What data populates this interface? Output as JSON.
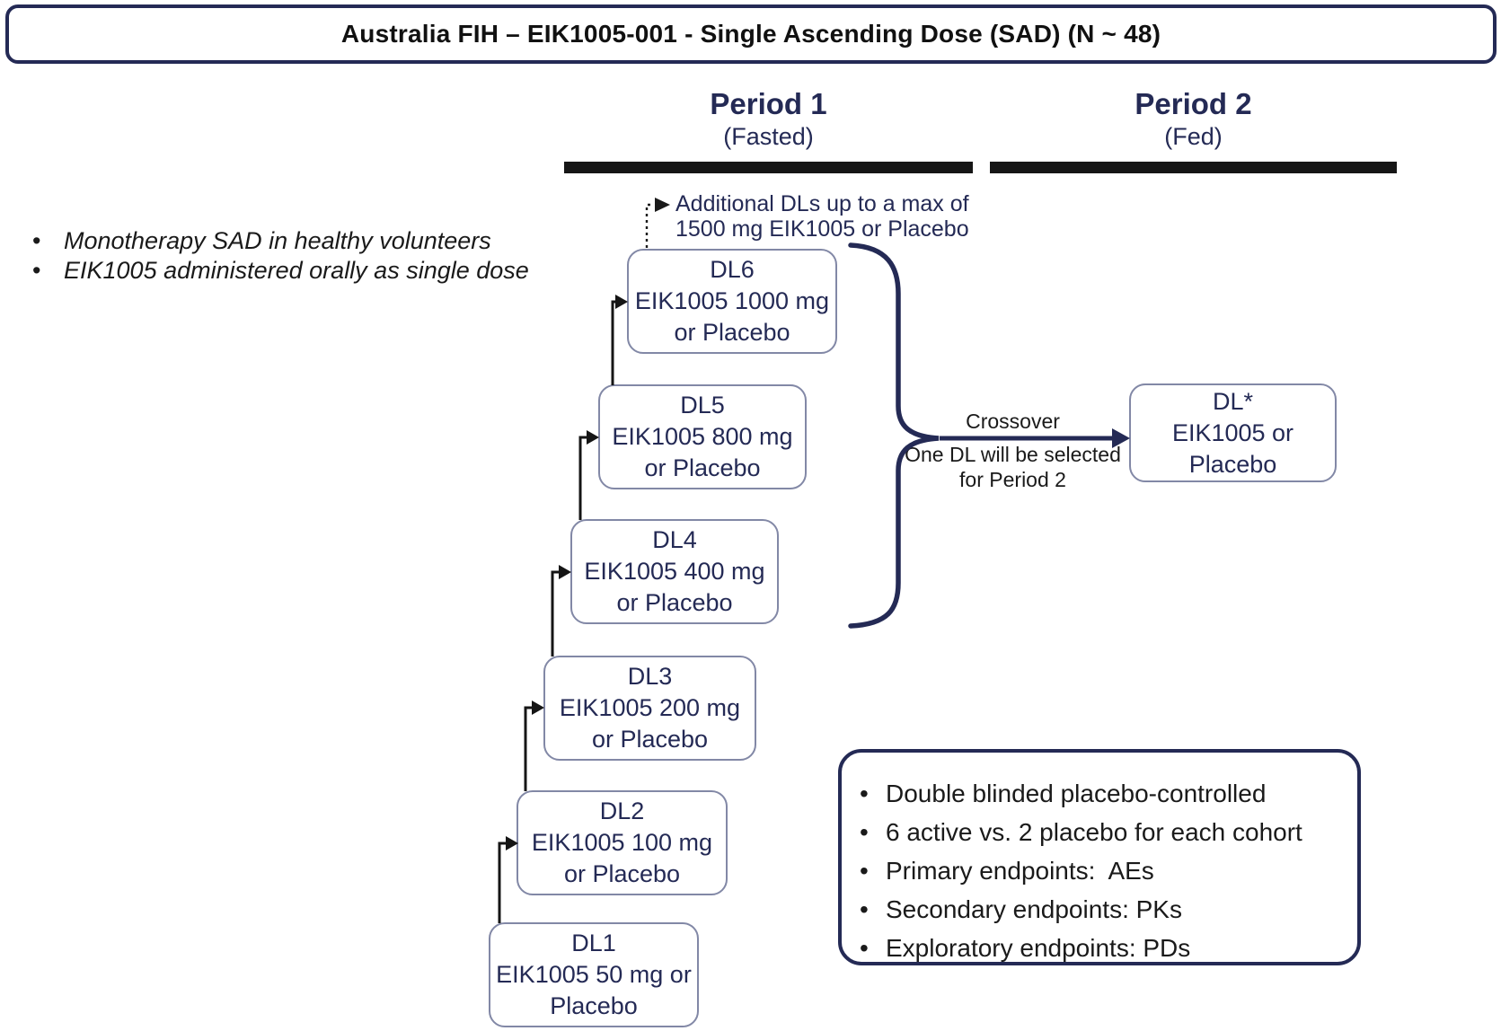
{
  "title": "Australia FIH – EIK1005-001 - Single Ascending Dose (SAD) (N ~ 48)",
  "periods": [
    {
      "label": "Period 1",
      "sublabel": "(Fasted)"
    },
    {
      "label": "Period 2",
      "sublabel": "(Fed)"
    }
  ],
  "study_notes": [
    "Monotherapy SAD in healthy volunteers",
    "EIK1005 administered orally as single dose"
  ],
  "additional_dl_note": {
    "line1": "Additional DLs up to a max of",
    "line2": "1500 mg EIK1005 or Placebo"
  },
  "dose_levels": [
    {
      "label": "DL1",
      "line2": "EIK1005 50 mg or",
      "line3": "Placebo"
    },
    {
      "label": "DL2",
      "line2": "EIK1005 100 mg",
      "line3": "or Placebo"
    },
    {
      "label": "DL3",
      "line2": "EIK1005 200 mg",
      "line3": "or Placebo"
    },
    {
      "label": "DL4",
      "line2": "EIK1005 400 mg",
      "line3": "or Placebo"
    },
    {
      "label": "DL5",
      "line2": "EIK1005 800 mg",
      "line3": "or Placebo"
    },
    {
      "label": "DL6",
      "line2": "EIK1005 1000 mg",
      "line3": "or Placebo"
    }
  ],
  "crossover": {
    "label": "Crossover",
    "note_line1": "One DL will be selected",
    "note_line2": "for Period 2"
  },
  "period2_box": {
    "label": "DL*",
    "line2": "EIK1005 or",
    "line3": "Placebo"
  },
  "design_notes": [
    "Double blinded placebo-controlled",
    "6 active vs. 2 placebo for each cohort",
    "Primary endpoints:  AEs",
    "Secondary endpoints: PKs",
    "Exploratory endpoints: PDs"
  ],
  "colors": {
    "navy": "#242A55",
    "text_black": "#1A1A1A",
    "box_border": "#8288A6",
    "timeline_bar": "#161616"
  }
}
